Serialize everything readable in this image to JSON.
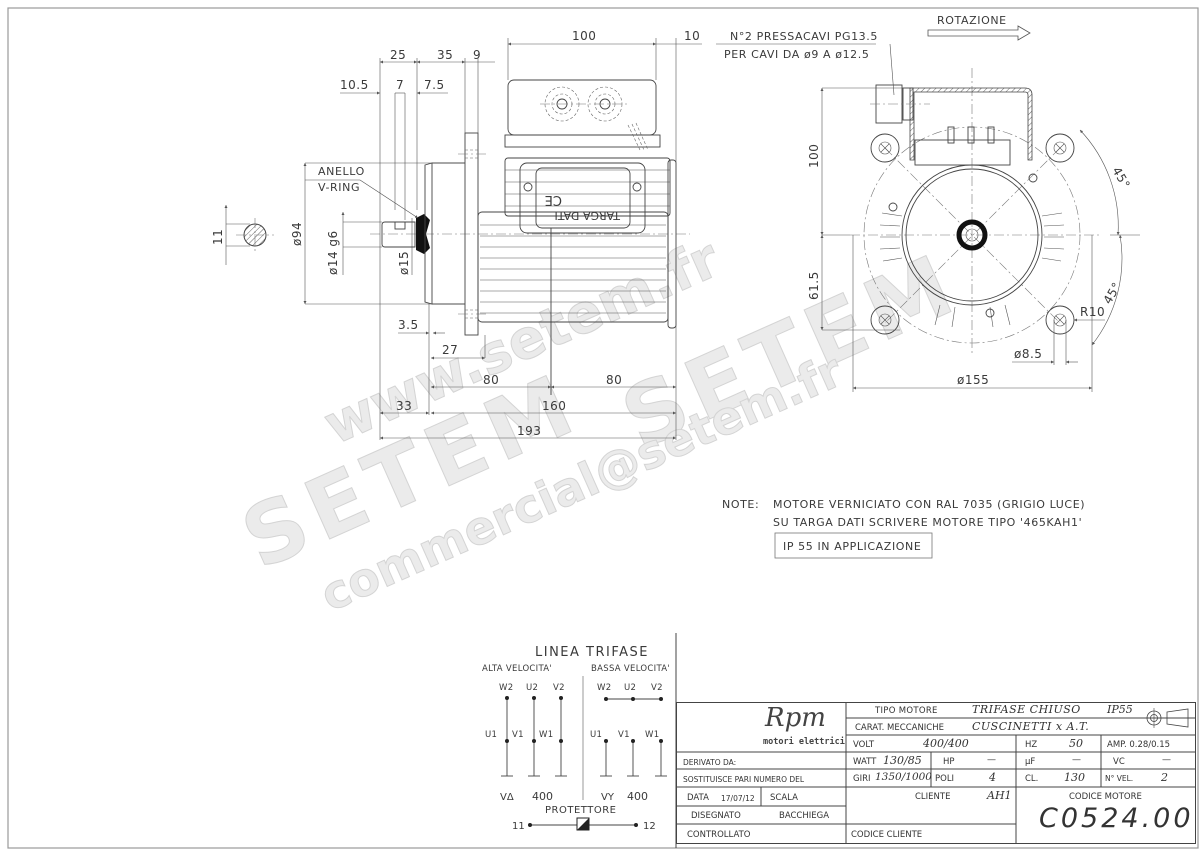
{
  "drawing": {
    "side_view": {
      "dimensions_top": [
        "25",
        "35",
        "9",
        "100",
        "10"
      ],
      "dimensions_second_row": [
        "10.5",
        "7",
        "7.5"
      ],
      "labels": {
        "anello": "ANELLO",
        "v_ring": "V-RING",
        "targa": "TARGA DATI",
        "ce_mark": "CE"
      },
      "dimensions_vertical": {
        "d94": "ø94",
        "d14": "ø14 g6",
        "d15": "ø15",
        "key": "11"
      },
      "dimensions_bottom": [
        "3.5",
        "27",
        "80",
        "80",
        "33",
        "160",
        "193"
      ]
    },
    "front_view": {
      "gland_note_line1": "N°2 PRESSACAVI PG13.5",
      "gland_note_line2": "PER CAVI DA ø9 A ø12.5",
      "rotation_label": "ROTAZIONE",
      "dimensions": {
        "height_top": "100",
        "height_bottom": "61.5",
        "angle_top": "45°",
        "angle_bottom": "45°",
        "radius": "R10",
        "hole": "ø8.5",
        "diameter": "ø155"
      }
    },
    "notes": {
      "prefix": "NOTE:",
      "line1": "MOTORE VERNICIATO CON RAL 7035 (GRIGIO LUCE)",
      "line2": "SU TARGA DATI SCRIVERE MOTORE TIPO '465KAH1'",
      "boxed": "IP 55 IN APPLICAZIONE"
    },
    "wiring": {
      "title": "LINEA TRIFASE",
      "high_speed": "ALTA VELOCITA'",
      "low_speed": "BASSA VELOCITA'",
      "top_terminals": [
        "W2",
        "U2",
        "V2"
      ],
      "bottom_terminals": [
        "U1",
        "V1",
        "W1"
      ],
      "high_voltage_sym": "VΔ",
      "high_voltage": "400",
      "low_voltage_sym": "VY",
      "low_voltage": "400",
      "protector": "PROTETTORE",
      "protector_left": "11",
      "protector_right": "12"
    },
    "watermark": {
      "url": "www.setem.fr",
      "brand1": "SETEM",
      "brand2": "SETEM",
      "email": "commercial@setem.fr"
    }
  },
  "title_block": {
    "logo": "Rpm",
    "logo_sub": "motori elettrici",
    "tipo_motore_label": "TIPO MOTORE",
    "tipo_motore": "TRIFASE CHIUSO",
    "protection": "IP55",
    "carat_label": "CARAT. MECCANICHE",
    "carat": "CUSCINETTI x A.T.",
    "volt_label": "VOLT",
    "volt": "400/400",
    "hz_label": "HZ",
    "hz": "50",
    "amp": "AMP. 0.28/0.15",
    "derivato_label": "DERIVATO DA:",
    "watt_label": "WATT",
    "watt": "130/85",
    "hp_label": "HP",
    "hp": "—",
    "uf_label": "µF",
    "uf": "—",
    "vc_label": "VC",
    "vc": "—",
    "sostituisce_label": "SOSTITUISCE PARI NUMERO DEL",
    "giri_label": "GIRI",
    "giri": "1350/1000",
    "poli_label": "POLI",
    "poli": "4",
    "cl_label": "CL.",
    "cl": "130",
    "nvel_label": "N° VEL.",
    "nvel": "2",
    "data_label": "DATA",
    "data": "17/07/12",
    "scala_label": "SCALA",
    "cliente_label": "CLIENTE",
    "cliente": "AH1",
    "codice_motore_label": "CODICE MOTORE",
    "codice_motore": "C0524.00",
    "disegnato_label": "DISEGNATO",
    "disegnato": "BACCHIEGA",
    "controllato_label": "CONTROLLATO",
    "codice_cliente_label": "CODICE CLIENTE"
  }
}
